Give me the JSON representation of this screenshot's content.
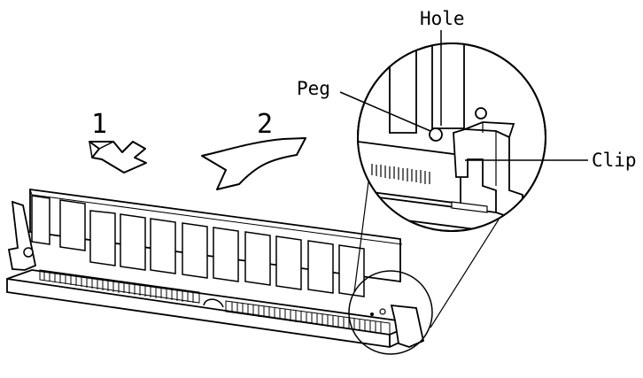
{
  "diagram": {
    "steps": [
      "1",
      "2"
    ],
    "callouts": {
      "hole": "Hole",
      "peg": "Peg",
      "clip": "Clip"
    },
    "line_color": "#000000",
    "background": "#ffffff"
  }
}
